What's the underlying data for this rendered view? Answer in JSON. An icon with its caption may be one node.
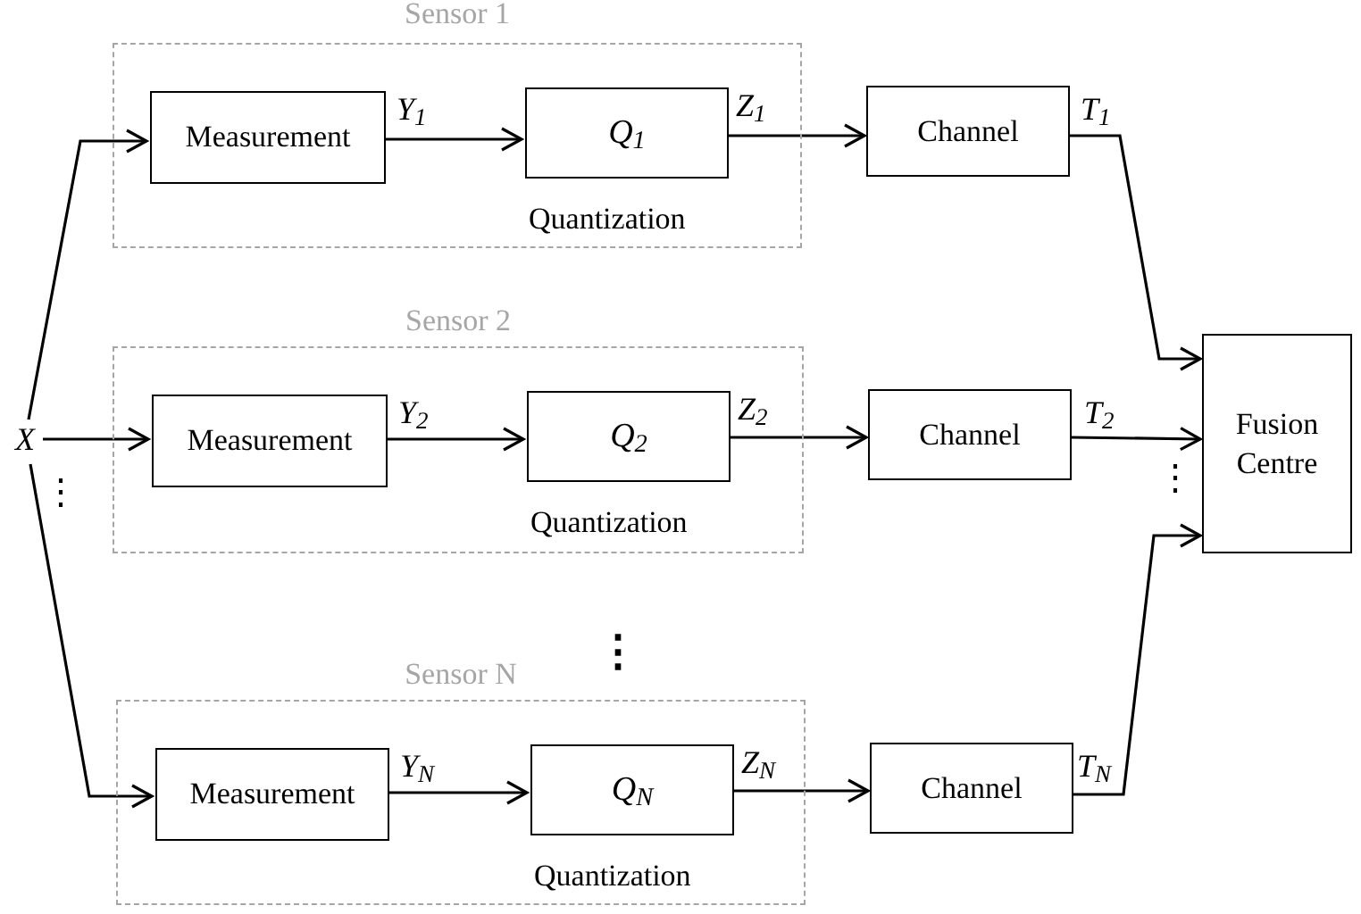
{
  "diagram": {
    "nodes": [
      {
        "text": [
          "X"
        ]
      },
      {
        "text": [
          "Sensor 1"
        ]
      },
      {
        "text": [
          "Measurement"
        ],
        "in": 1
      },
      {
        "text": [
          "Q$_{1}$"
        ],
        "in": 1,
        "beside": [
          "Quantization"
        ]
      },
      {
        "text": [
          "Channel"
        ]
      },
      {
        "text": [
          "Sensor 2"
        ]
      },
      {
        "text": [
          "Measurement"
        ],
        "in": 5
      },
      {
        "text": [
          "Q$_{2}$"
        ],
        "in": 5,
        "beside": [
          "Quantization"
        ]
      },
      {
        "text": [
          "Channel"
        ]
      },
      {
        "text": [
          "Sensor N"
        ]
      },
      {
        "text": [
          "Measurement"
        ],
        "in": 9
      },
      {
        "text": [
          "Q$_{N}$"
        ],
        "in": 9,
        "beside": [
          "Quantization"
        ]
      },
      {
        "text": [
          "Channel"
        ]
      },
      {
        "text": [
          "Fusion Centre"
        ]
      }
    ],
    "edges": [
      {
        "from": 0,
        "to": 2,
        "arrow": "to"
      },
      {
        "from": 0,
        "to": 6,
        "arrow": "to"
      },
      {
        "from": 0,
        "to": 10,
        "arrow": "to"
      },
      {
        "from": 2,
        "to": 3,
        "arrow": "to",
        "label": "Y$_{1}$"
      },
      {
        "from": 3,
        "to": 4,
        "arrow": "to",
        "label": "Z$_{1}$"
      },
      {
        "from": 4,
        "to": 13,
        "arrow": "to",
        "label": "T$_{1}$"
      },
      {
        "from": 6,
        "to": 7,
        "arrow": "to",
        "label": "Y$_{2}$"
      },
      {
        "from": 7,
        "to": 8,
        "arrow": "to",
        "label": "Z$_{2}$"
      },
      {
        "from": 8,
        "to": 13,
        "arrow": "to",
        "label": "T$_{2}$"
      },
      {
        "from": 10,
        "to": 11,
        "arrow": "to",
        "label": "Y$_{N}$"
      },
      {
        "from": 11,
        "to": 12,
        "arrow": "to",
        "label": "Z$_{N}$"
      },
      {
        "from": 12,
        "to": 13,
        "arrow": "to",
        "label": "T$_{N}$"
      }
    ],
    "labels": [
      "⋮",
      "⋮",
      "⋮"
    ]
  }
}
